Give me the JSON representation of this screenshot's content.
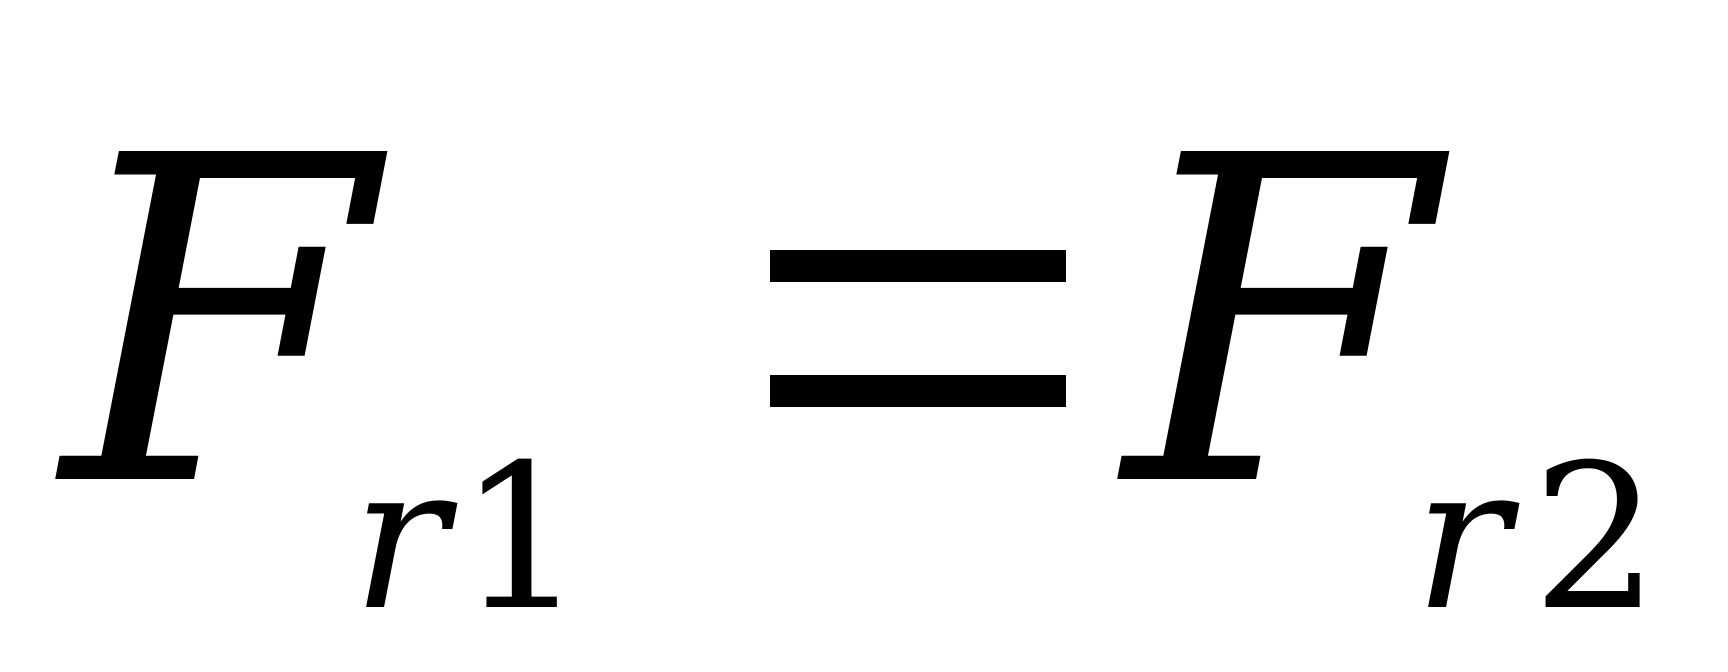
{
  "formula": {
    "left": {
      "base": "F",
      "sub_var": "r",
      "sub_index": "1"
    },
    "operator": "=",
    "right": {
      "base": "F",
      "sub_var": "r",
      "sub_index": "2"
    }
  }
}
